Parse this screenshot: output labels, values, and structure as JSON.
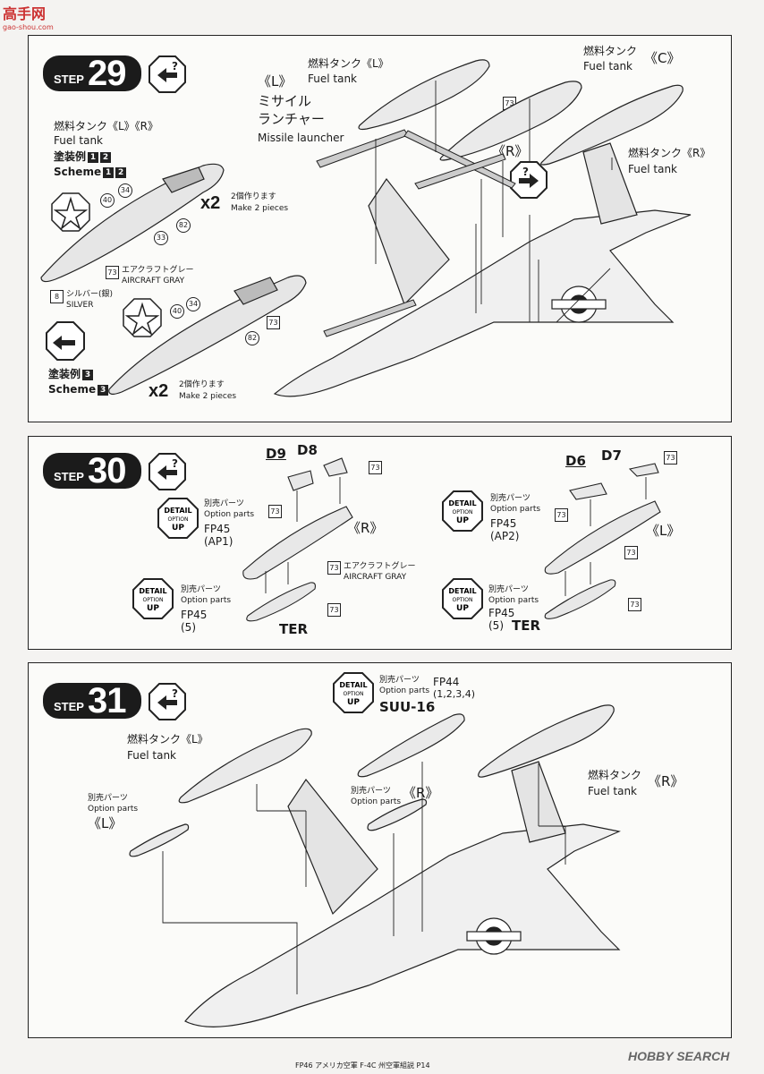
{
  "site_logo": {
    "text": "高手网",
    "url": "gao-shou.com"
  },
  "watermark": {
    "brand": "HOBBY SEARCH"
  },
  "footer_text": "FP46 アメリカ空軍 F-4C 州空軍組説 P14",
  "step29": {
    "word": "STEP",
    "number": "29",
    "tank_l_jp": "燃料タンク《L》",
    "tank_l_en": "Fuel tank",
    "tank_c_jp": "燃料タンク",
    "tank_c_mark": "《C》",
    "tank_c_en": "Fuel tank",
    "tank_r_jp": "燃料タンク《R》",
    "tank_r_en": "Fuel tank",
    "missile_mark": "《L》",
    "missile_jp1": "ミサイル",
    "missile_jp2": "ランチャー",
    "missile_en": "Missile launcher",
    "r_mark": "《R》",
    "left_title_jp": "燃料タンク《L》《R》",
    "left_title_en": "Fuel tank",
    "scheme_jp": "塗装例",
    "scheme_en": "Scheme",
    "scheme_nums_a": [
      "1",
      "2"
    ],
    "scheme_num_b": "3",
    "times": "x2",
    "make2_jp": "2個作ります",
    "make2_en": "Make 2 pieces",
    "gray_jp": "エアクラフトグレー",
    "gray_en": "AIRCRAFT GRAY",
    "silver_jp": "シルバー(銀)",
    "silver_en": "SILVER",
    "parts": [
      "40",
      "34",
      "33",
      "82",
      "73",
      "8"
    ]
  },
  "step30": {
    "word": "STEP",
    "number": "30",
    "d9": "D9",
    "d8": "D8",
    "d6": "D6",
    "d7": "D7",
    "detail_top": "DETAIL",
    "detail_mid": "OPTION",
    "detail_bot": "UP",
    "opt_jp": "別売パーツ",
    "opt_en": "Option parts",
    "fp45_ap1": "FP45",
    "ap1": "(AP1)",
    "fp45_ap2": "FP45",
    "ap2": "(AP2)",
    "fp45_5": "FP45",
    "five": "(5)",
    "ter": "TER",
    "r_mark": "《R》",
    "l_mark": "《L》",
    "gray_jp": "エアクラフトグレー",
    "gray_en": "AIRCRAFT GRAY",
    "part73": "73"
  },
  "step31": {
    "word": "STEP",
    "number": "31",
    "opt_jp": "別売パーツ",
    "opt_en": "Option parts",
    "fp44": "FP44",
    "fp44_nums": "(1,2,3,4)",
    "suu": "SUU-16",
    "tank_l_jp": "燃料タンク《L》",
    "tank_l_en": "Fuel tank",
    "tank_r_jp": "燃料タンク",
    "tank_r_mark": "《R》",
    "tank_r_en": "Fuel tank",
    "l_mark": "《L》",
    "r_mark": "《R》"
  },
  "colors": {
    "badge": "#1b1b1b",
    "line": "#222222",
    "paper": "#fbfbf9",
    "tank": "#d9d9d9"
  }
}
